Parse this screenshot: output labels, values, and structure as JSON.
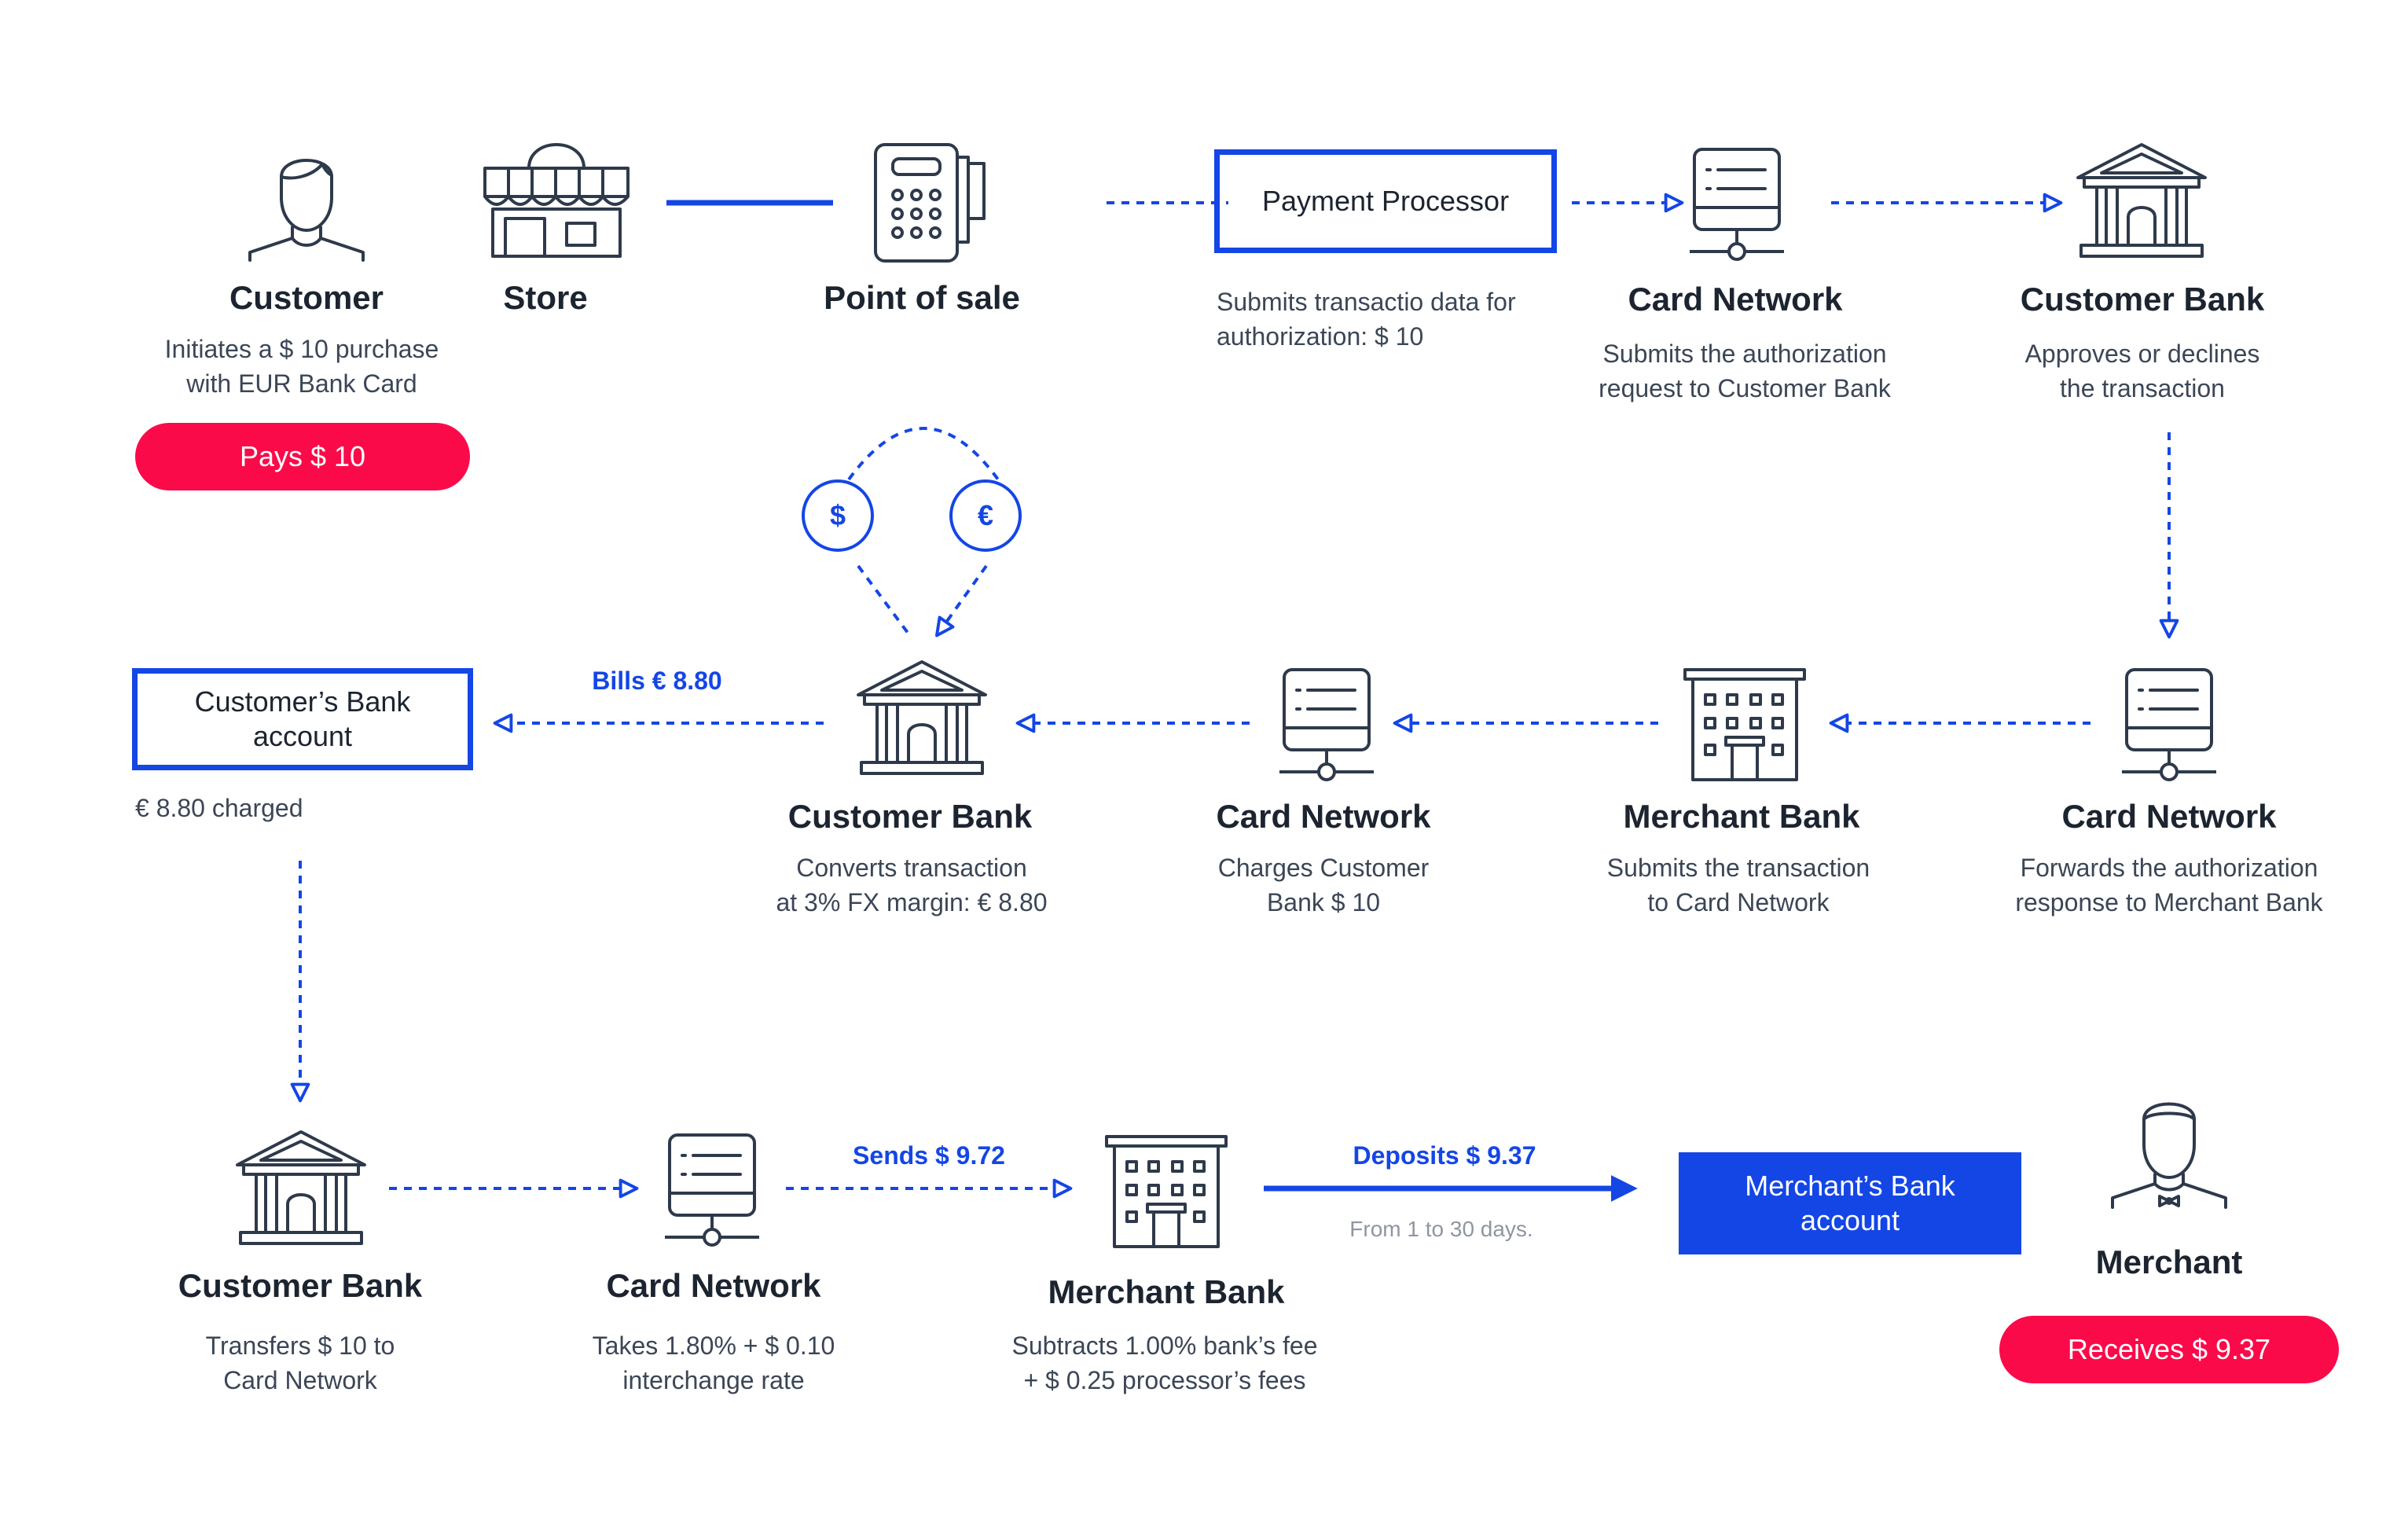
{
  "colors": {
    "accent_blue": "#1446e6",
    "pill_red": "#fb0a4a",
    "icon_stroke": "#2e3a4b",
    "note_gray": "#8f96a0"
  },
  "row1": {
    "customer": {
      "title": "Customer",
      "desc_1": "Initiates a $ 10 purchase",
      "desc_2": "with EUR Bank Card",
      "pill": "Pays $ 10"
    },
    "store": {
      "title": "Store"
    },
    "pos": {
      "title": "Point of sale"
    },
    "processor": {
      "box": "Payment Processor",
      "desc_1": "Submits transactio data for",
      "desc_2": "authorization: $ 10"
    },
    "card_network": {
      "title": "Card Network",
      "desc_1": "Submits the authorization",
      "desc_2": "request to Customer Bank"
    },
    "customer_bank": {
      "title": "Customer Bank",
      "desc_1": "Approves or declines",
      "desc_2": "the transaction"
    }
  },
  "row2": {
    "bank_account": {
      "box_1": "Customer’s Bank",
      "box_2": "account",
      "desc": "€ 8.80 charged"
    },
    "bills_label": "Bills € 8.80",
    "fx": {
      "dollar": "$",
      "euro": "€"
    },
    "customer_bank": {
      "title": "Customer Bank",
      "desc_1": "Converts transaction",
      "desc_2": "at 3% FX margin: € 8.80"
    },
    "card_network_a": {
      "title": "Card Network",
      "desc_1": "Charges Customer",
      "desc_2": "Bank $ 10"
    },
    "merchant_bank": {
      "title": "Merchant Bank",
      "desc_1": "Submits the transaction",
      "desc_2": "to Card Network"
    },
    "card_network_b": {
      "title": "Card Network",
      "desc_1": "Forwards the authorization",
      "desc_2": "response to Merchant Bank"
    }
  },
  "row3": {
    "customer_bank": {
      "title": "Customer Bank",
      "desc_1": "Transfers $ 10 to",
      "desc_2": "Card Network"
    },
    "card_network": {
      "title": "Card Network",
      "desc_1": "Takes 1.80% + $ 0.10",
      "desc_2": "interchange rate"
    },
    "sends_label": "Sends $ 9.72",
    "merchant_bank": {
      "title": "Merchant Bank",
      "desc_1": "Subtracts 1.00% bank’s fee",
      "desc_2": "+ $ 0.25 processor’s fees"
    },
    "deposits_label": "Deposits $ 9.37",
    "deposits_note": "From 1 to 30 days.",
    "merchant_account": {
      "box_1": "Merchant’s Bank",
      "box_2": "account"
    },
    "merchant": {
      "title": "Merchant",
      "pill": "Receives $ 9.37"
    }
  }
}
